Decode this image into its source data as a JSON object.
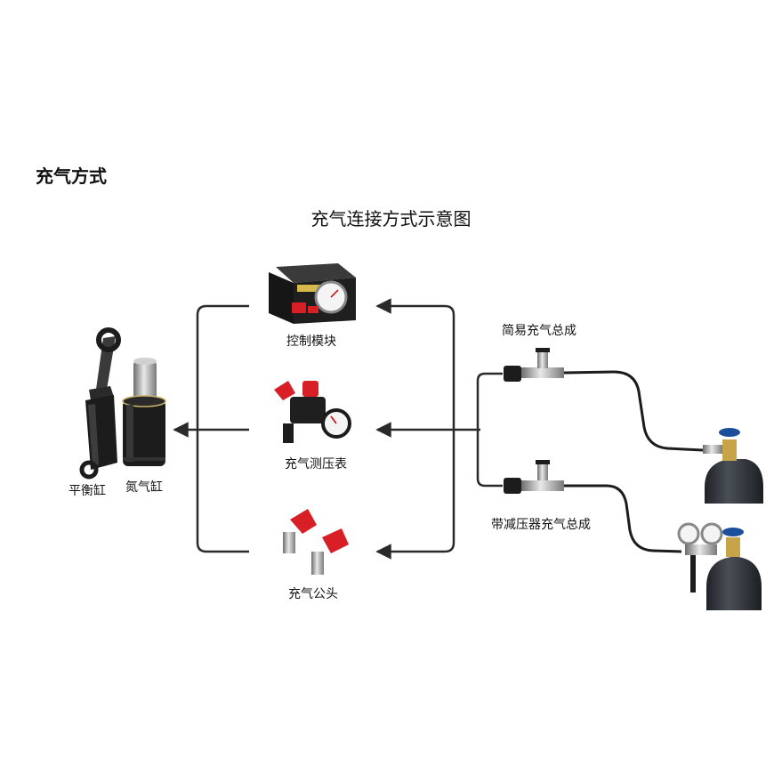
{
  "page": {
    "section_title": "充气方式",
    "diagram_title": "充气连接方式示意图"
  },
  "nodes": {
    "balance_cylinder": "平衡缸",
    "nitrogen_cylinder": "氮气缸",
    "control_module": "控制模块",
    "pressure_gauge": "充气测压表",
    "charging_connector": "充气公头",
    "simple_kit": "简易充气总成",
    "regulator_kit": "带减压器充气总成"
  },
  "colors": {
    "line": "#2a2a2a",
    "accent_red": "#d81f26",
    "cylinder_dark": "#1c1c1c",
    "bottle": "#2f3237",
    "valve_blue": "#1b4f9c"
  }
}
